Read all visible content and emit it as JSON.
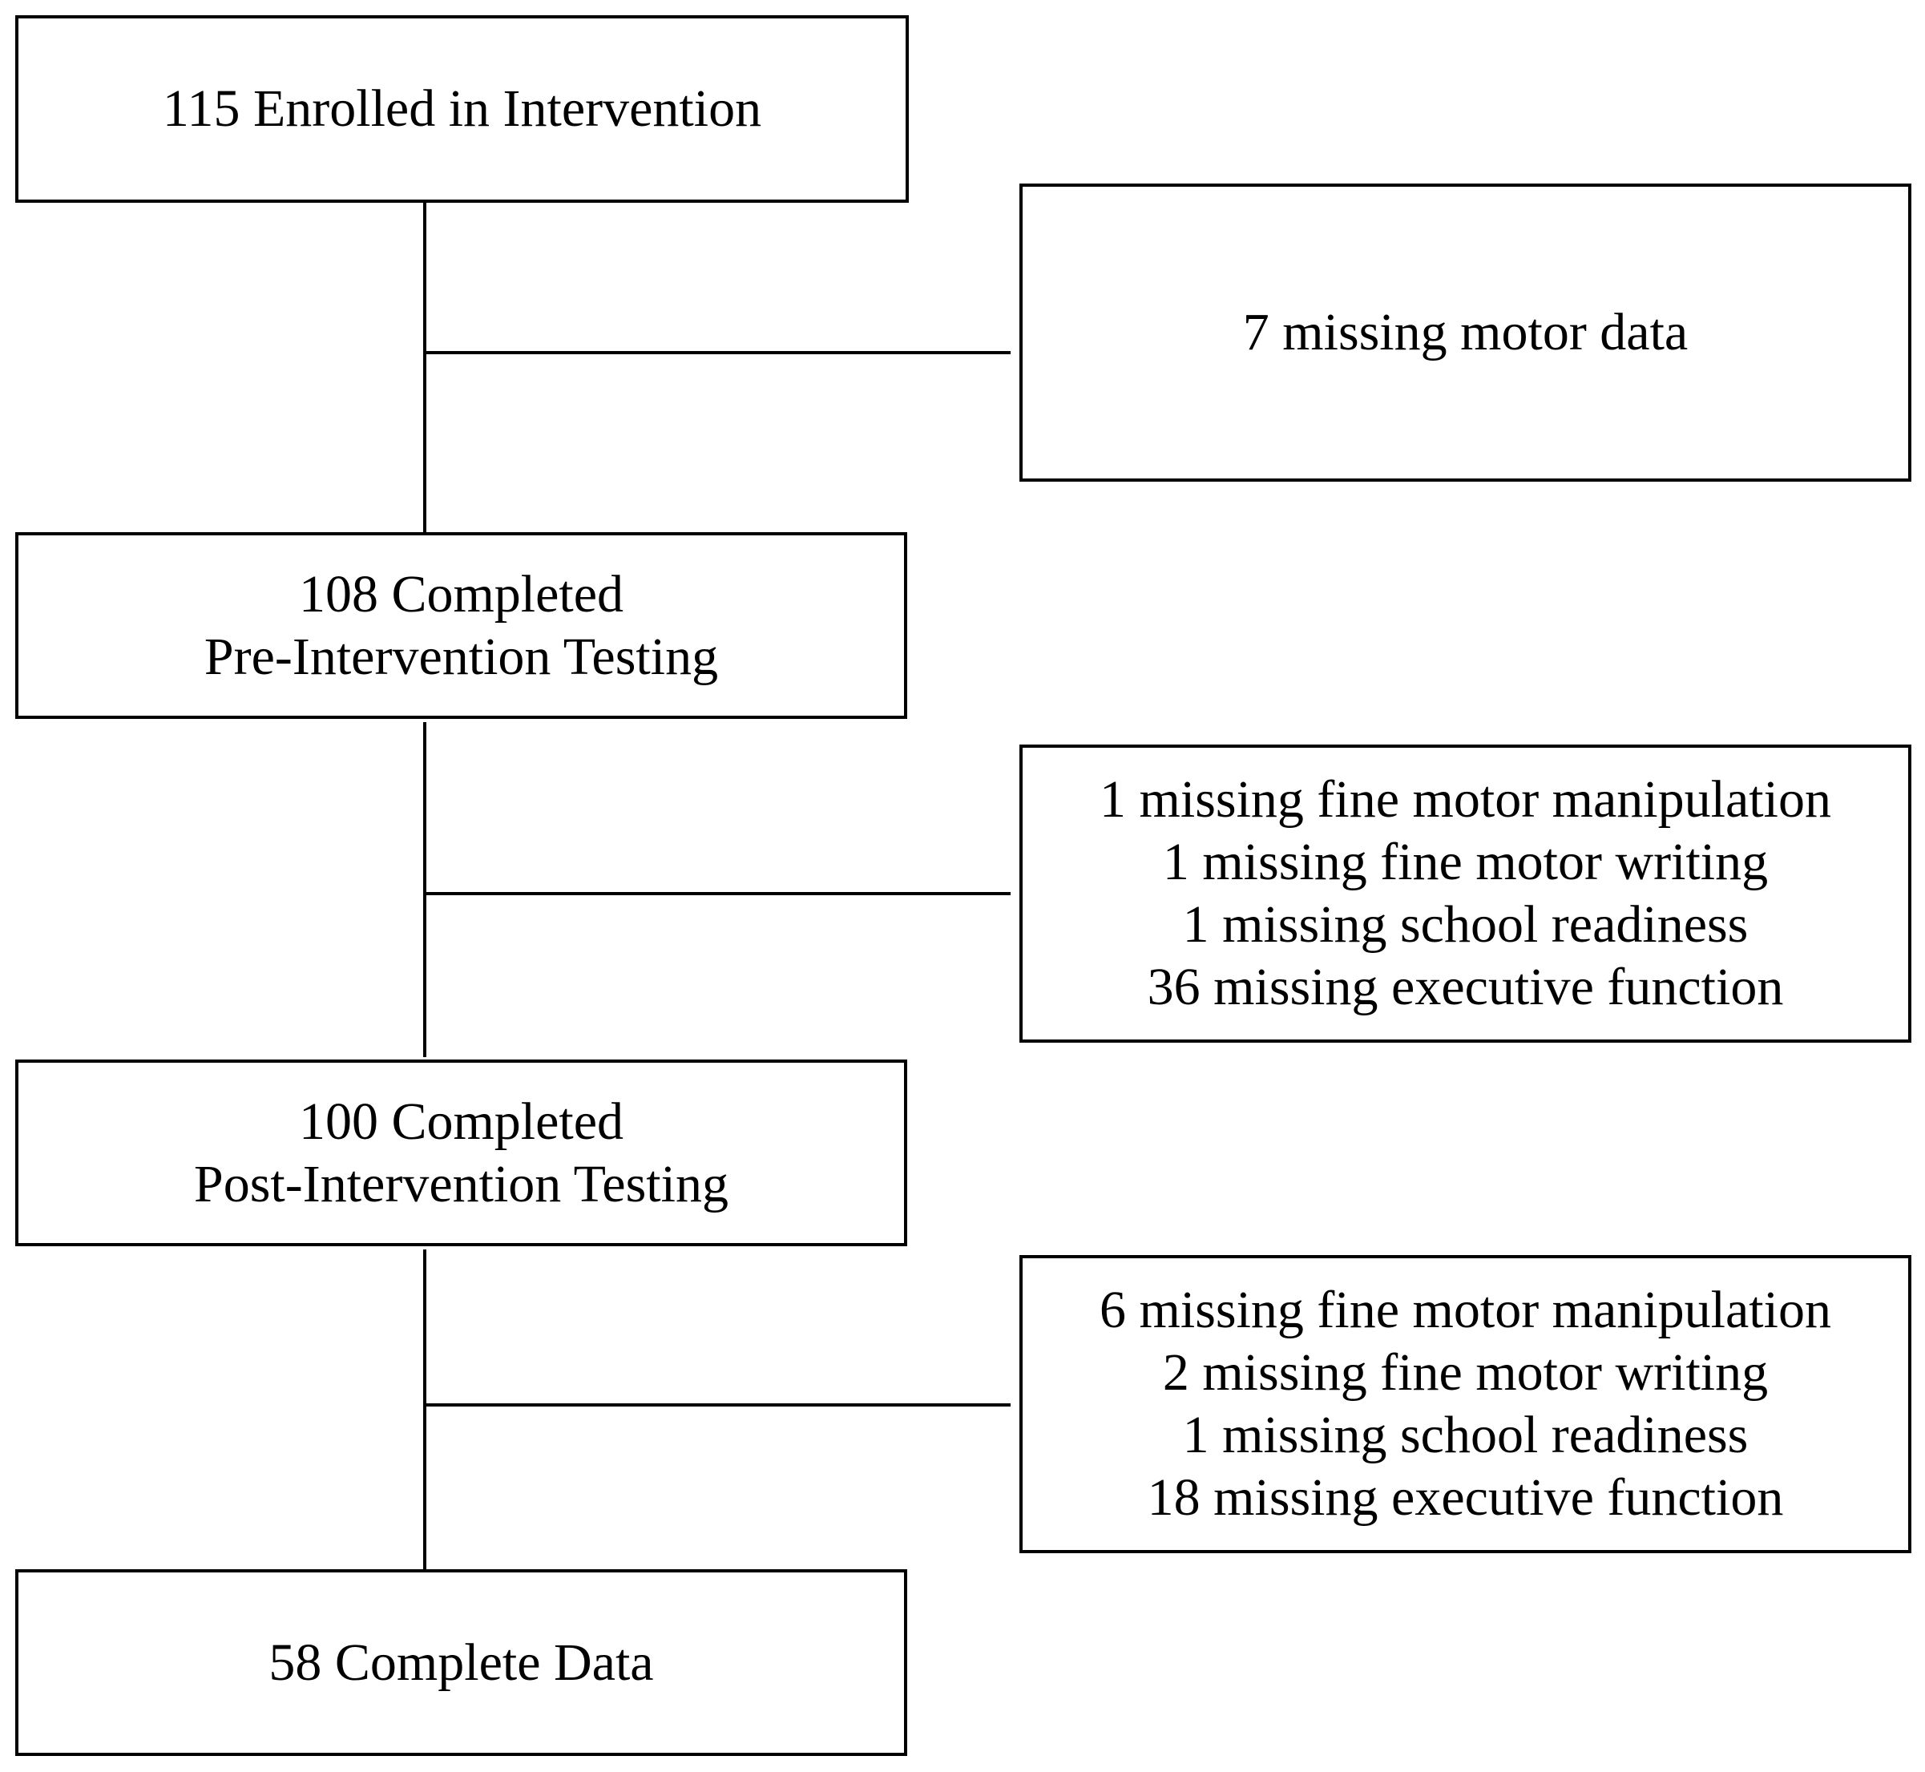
{
  "diagram": {
    "main_boxes": [
      {
        "lines": [
          "115 Enrolled in Intervention"
        ]
      },
      {
        "lines": [
          "108 Completed",
          "Pre-Intervention Testing"
        ]
      },
      {
        "lines": [
          "100 Completed",
          "Post-Intervention Testing"
        ]
      },
      {
        "lines": [
          "58 Complete Data"
        ]
      }
    ],
    "side_boxes": [
      {
        "lines": [
          "7 missing motor data"
        ]
      },
      {
        "lines": [
          "1 missing fine motor manipulation",
          "1 missing fine motor writing",
          "1 missing school readiness",
          "36 missing executive function"
        ]
      },
      {
        "lines": [
          "6 missing fine motor manipulation",
          "2 missing fine motor writing",
          "1 missing school readiness",
          "18 missing executive function"
        ]
      }
    ]
  }
}
